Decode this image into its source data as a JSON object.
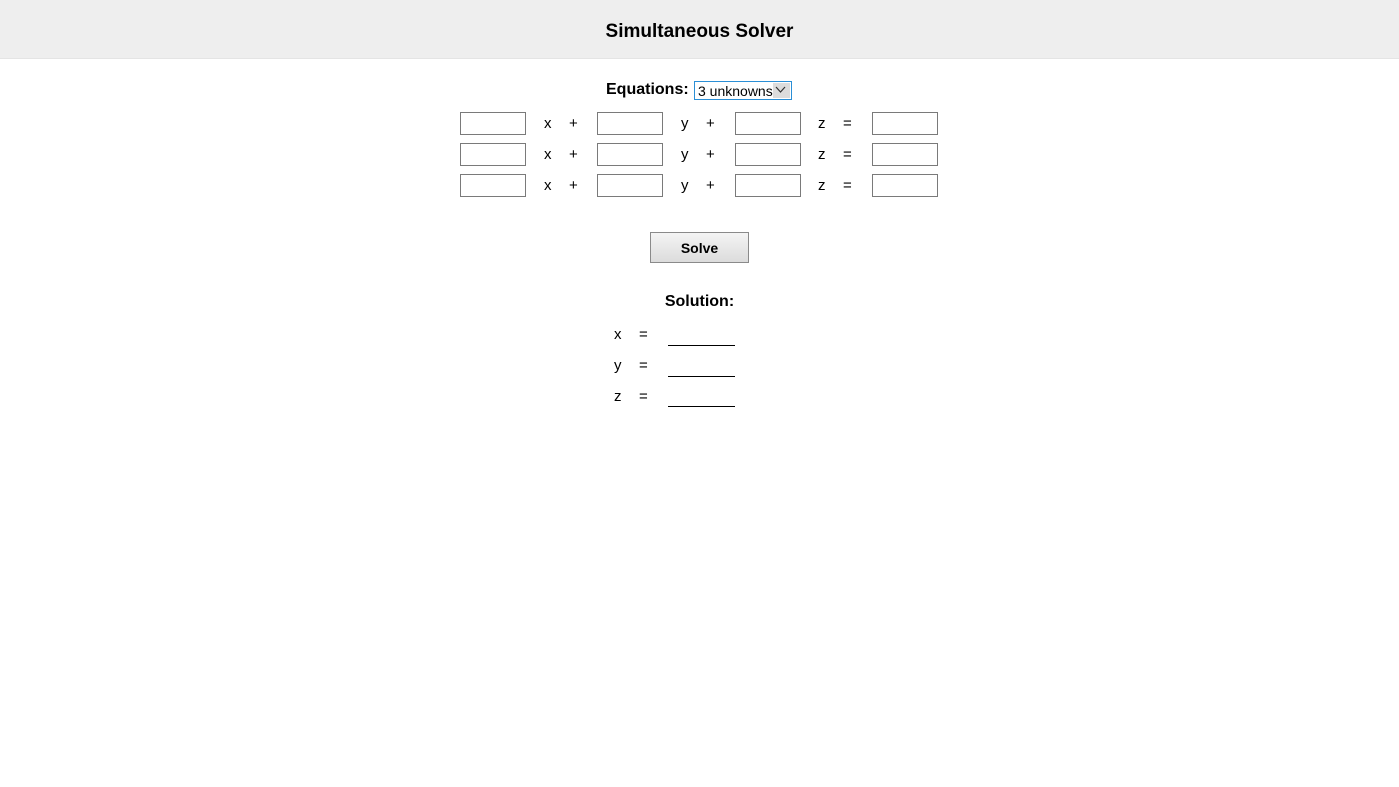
{
  "header": {
    "title": "Simultaneous Solver",
    "background": "#eeeeee"
  },
  "equations": {
    "label": "Equations:",
    "selected_option": "3 unknowns"
  },
  "rows": [
    {
      "var1": "x",
      "op1": "+",
      "var2": "y",
      "op2": "+",
      "var3": "z",
      "eq": "=",
      "a": "",
      "b": "",
      "c": "",
      "d": ""
    },
    {
      "var1": "x",
      "op1": "+",
      "var2": "y",
      "op2": "+",
      "var3": "z",
      "eq": "=",
      "a": "",
      "b": "",
      "c": "",
      "d": ""
    },
    {
      "var1": "x",
      "op1": "+",
      "var2": "y",
      "op2": "+",
      "var3": "z",
      "eq": "=",
      "a": "",
      "b": "",
      "c": "",
      "d": ""
    }
  ],
  "solve_button": {
    "label": "Solve"
  },
  "solution": {
    "label": "Solution:",
    "items": [
      {
        "var": "x",
        "eq": "=",
        "value": ""
      },
      {
        "var": "y",
        "eq": "=",
        "value": ""
      },
      {
        "var": "z",
        "eq": "=",
        "value": ""
      }
    ]
  },
  "colors": {
    "select_border": "#2b8fd6",
    "input_border": "#7a7a7a"
  },
  "icons": {
    "select_arrow": "chevron-down-icon"
  }
}
